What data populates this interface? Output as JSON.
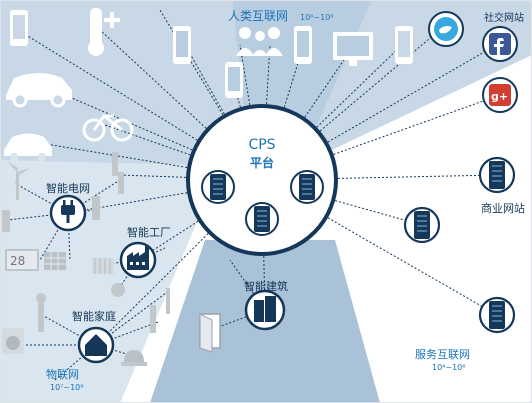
{
  "center": {
    "title": "CPS",
    "subtitle": "平台"
  },
  "sections": {
    "human_internet": {
      "label": "人类互联网",
      "range": "10⁶~10⁹"
    },
    "social_sites": {
      "label": "社交网站"
    },
    "business_sites": {
      "label": "商业网站"
    },
    "service_internet": {
      "label": "服务互联网",
      "range": "10⁴~10⁶"
    },
    "smart_grid": {
      "label": "智能电网"
    },
    "smart_factory": {
      "label": "智能工厂"
    },
    "smart_building": {
      "label": "智能建筑"
    },
    "smart_home": {
      "label": "智能家庭"
    },
    "iot": {
      "label": "物联网",
      "range": "10⁷~10⁹"
    }
  },
  "display_values": {
    "counter": "28"
  },
  "colors": {
    "navy": "#14375a",
    "accent_blue": "#1b74b8",
    "sector_light": "#c9d8e6",
    "sector_mid": "#aac2d8",
    "icon_gray": "#c2c7cc",
    "twitter": "#37a9e0",
    "facebook": "#3b5998",
    "google": "#d23f31"
  },
  "icons": [
    "smartphone-icon",
    "thermometer-icon",
    "car-icon",
    "bicycle-icon",
    "electric-car-icon",
    "person-group-icon",
    "monitor-icon",
    "twitter-icon",
    "facebook-icon",
    "google-plus-icon",
    "server-icon",
    "plug-icon",
    "factory-icon",
    "building-icon",
    "house-icon",
    "door-icon",
    "wind-turbine-icon",
    "solar-panel-icon",
    "washing-machine-icon",
    "alarm-light-icon"
  ]
}
